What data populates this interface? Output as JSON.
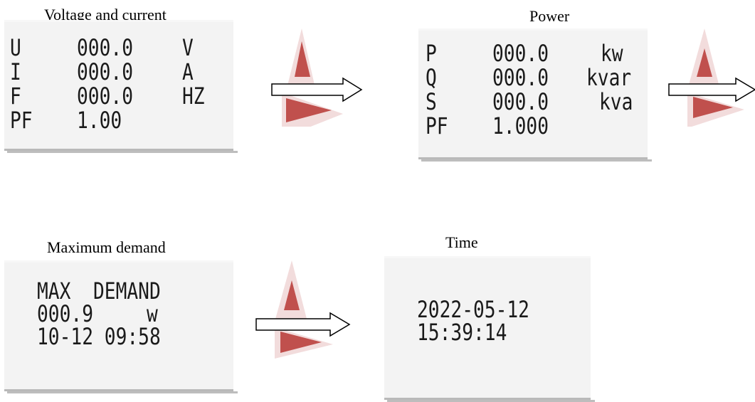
{
  "screens": {
    "voltage": {
      "caption": "Voltage and current",
      "rows": [
        {
          "symbol": "U",
          "value": "000.0",
          "unit": "V"
        },
        {
          "symbol": "I",
          "value": "000.0",
          "unit": "A"
        },
        {
          "symbol": "F",
          "value": "000.0",
          "unit": "HZ"
        },
        {
          "symbol": "PF",
          "value": "1.00",
          "unit": ""
        }
      ]
    },
    "power": {
      "caption": "Power",
      "rows": [
        {
          "symbol": "P",
          "value": "000.0",
          "unit": "kw"
        },
        {
          "symbol": "Q",
          "value": "000.0",
          "unit": "kvar"
        },
        {
          "symbol": "S",
          "value": "000.0",
          "unit": "kva"
        },
        {
          "symbol": "PF",
          "value": "1.000",
          "unit": ""
        }
      ]
    },
    "demand": {
      "caption": "Maximum demand",
      "title": "MAX  DEMAND",
      "value": "000.9",
      "unit": "w",
      "timestamp": "10-12 09:58"
    },
    "time": {
      "caption": "Time",
      "date": "2022-05-12",
      "clock": "15:39:14"
    }
  },
  "nav_icon": {
    "up_icon": "red-up-triangle-icon",
    "right_icon": "red-right-triangle-icon",
    "arrow_icon": "outline-right-arrow-icon",
    "key_color": "#c0504d",
    "halo_color": "#f2dcdc"
  }
}
